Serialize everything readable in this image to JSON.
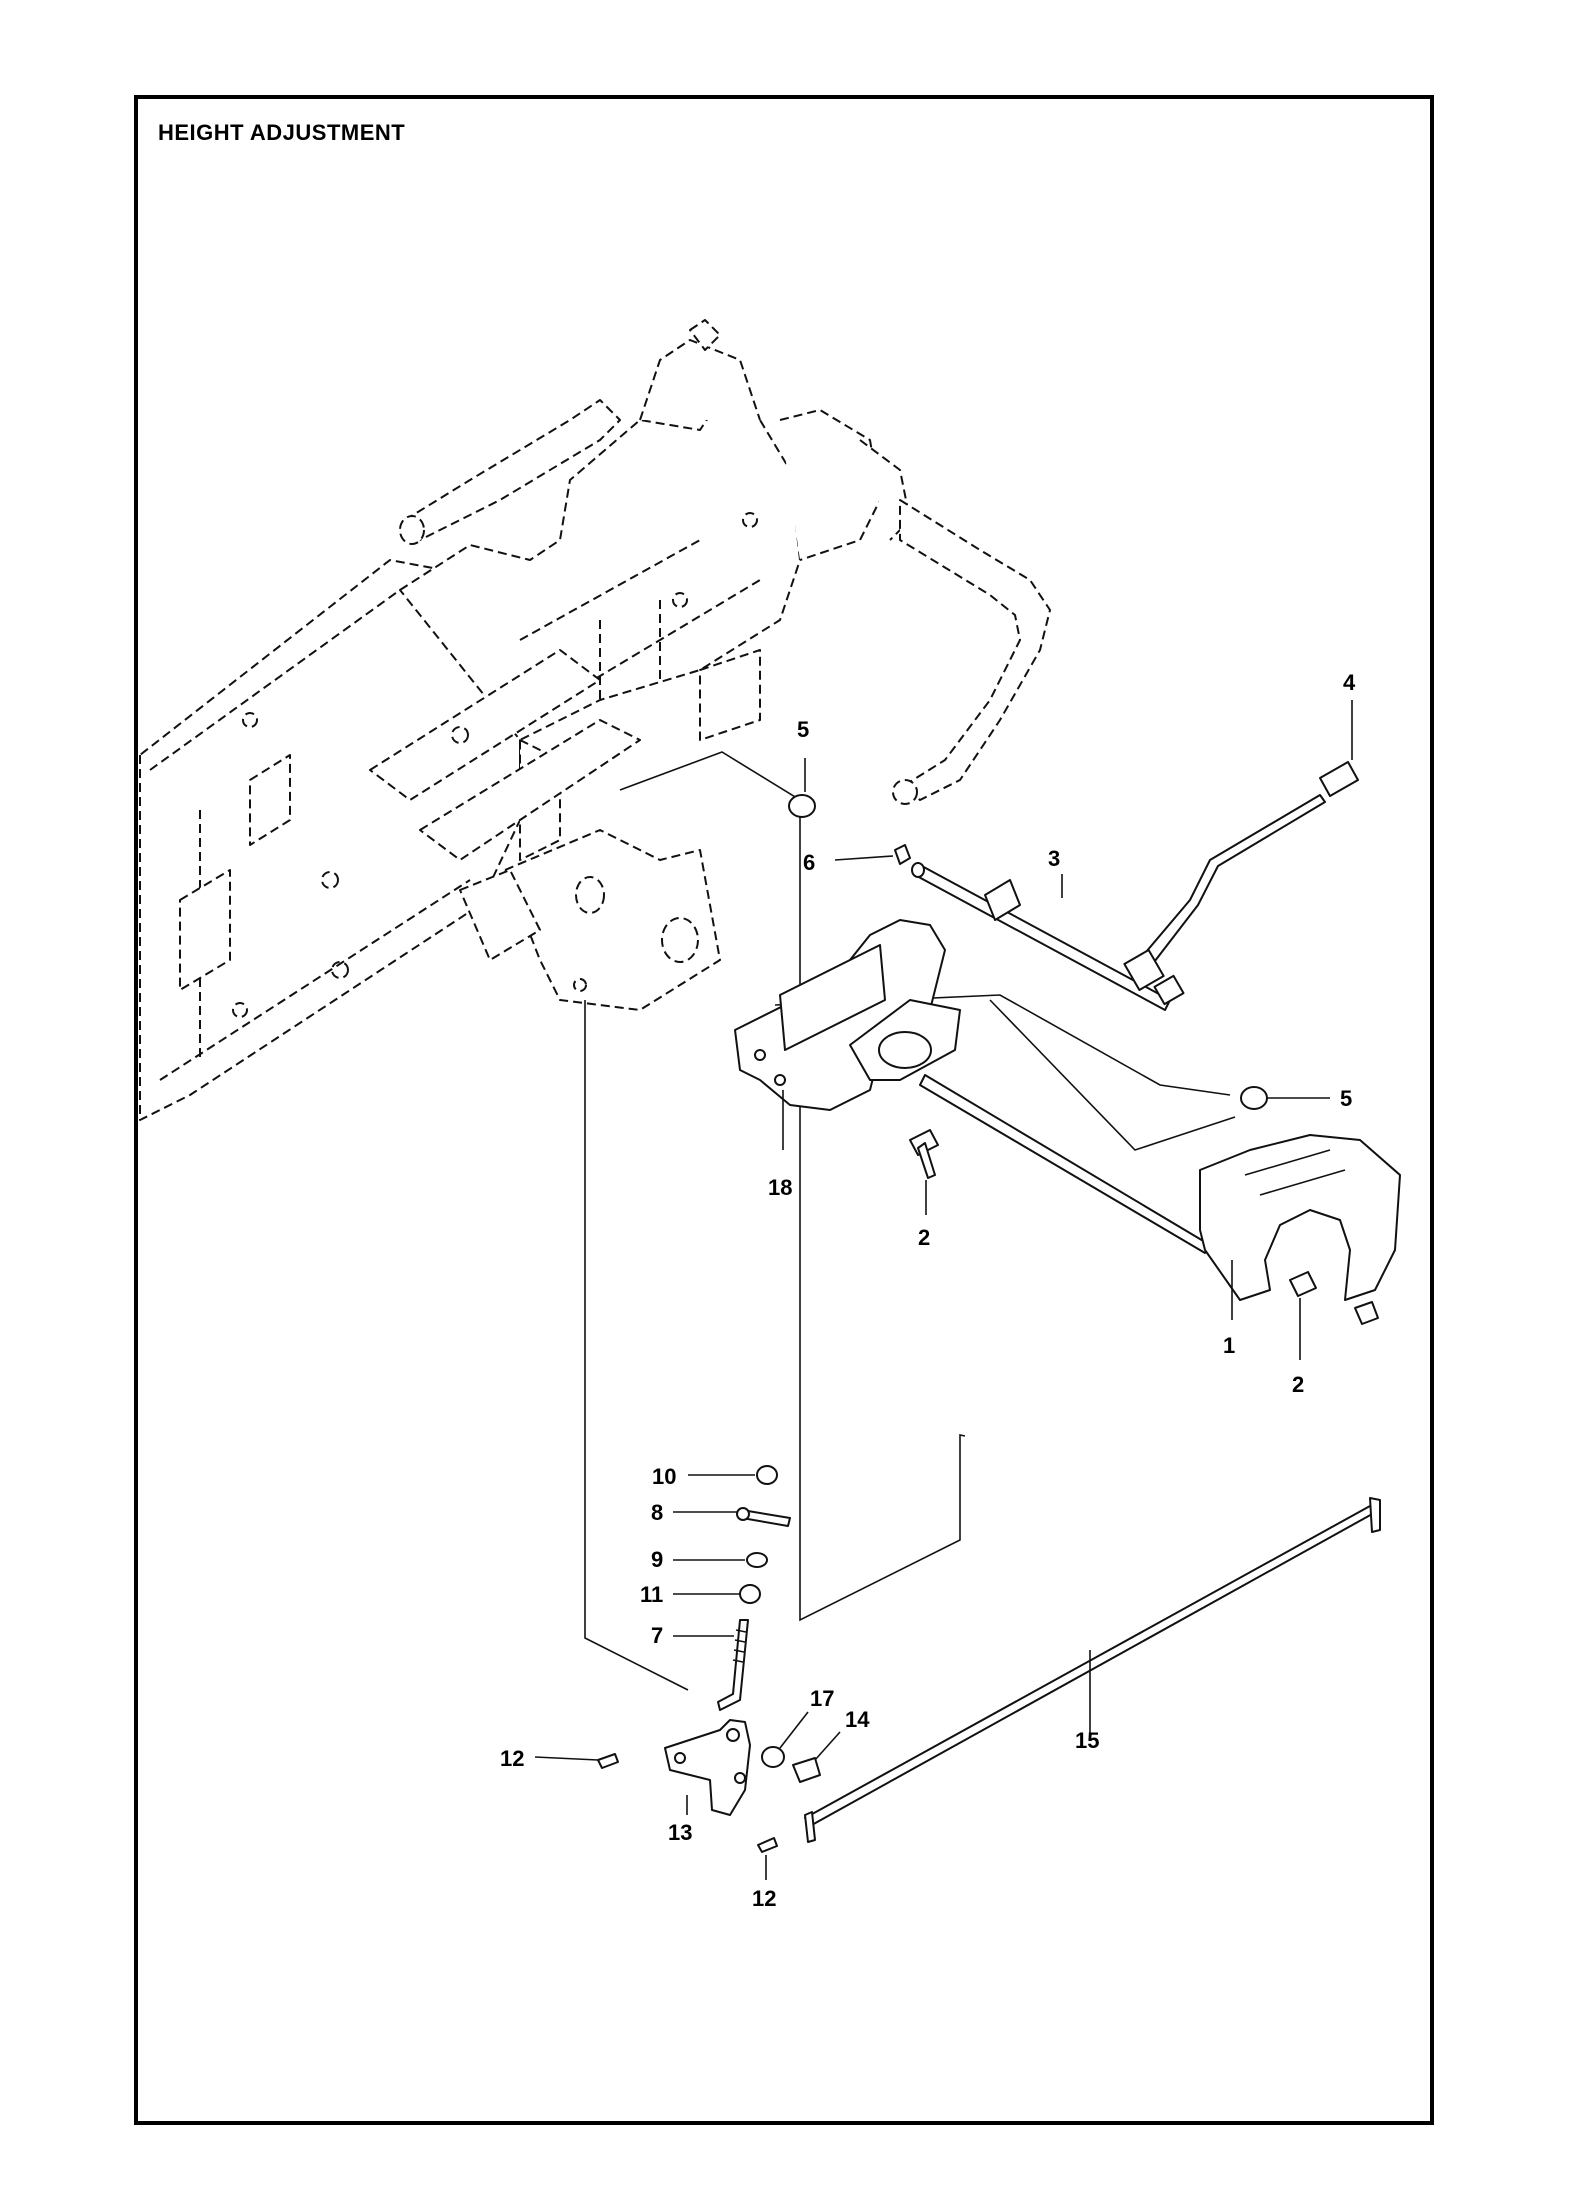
{
  "title": "HEIGHT ADJUSTMENT",
  "callouts": {
    "c1": "1",
    "c2a": "2",
    "c2b": "2",
    "c3": "3",
    "c4": "4",
    "c5a": "5",
    "c5b": "5",
    "c6": "6",
    "c7": "7",
    "c8": "8",
    "c9": "9",
    "c10": "10",
    "c11": "11",
    "c12a": "12",
    "c12b": "12",
    "c13": "13",
    "c14": "14",
    "c15": "15",
    "c17": "17",
    "c18": "18"
  },
  "colors": {
    "ink": "#000000",
    "paper": "#ffffff"
  }
}
